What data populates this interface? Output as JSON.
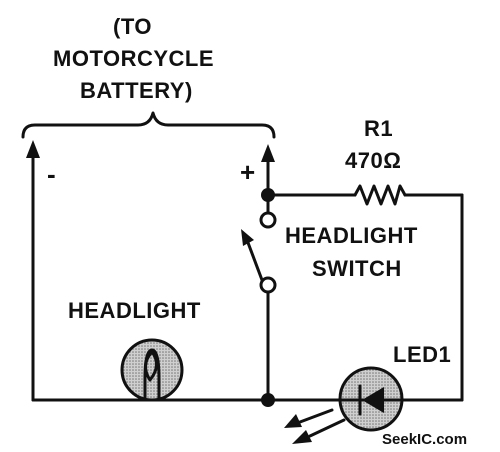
{
  "battery_label": {
    "line1": "(TO",
    "line2": "MOTORCYCLE",
    "line3": "BATTERY)"
  },
  "polarity": {
    "negative": "-",
    "positive": "+"
  },
  "resistor": {
    "ref": "R1",
    "value": "470Ω"
  },
  "switch_label": {
    "line1": "HEADLIGHT",
    "line2": "SWITCH"
  },
  "headlight_label": "HEADLIGHT",
  "led_label": "LED1",
  "watermark": "SeekIC.com"
}
